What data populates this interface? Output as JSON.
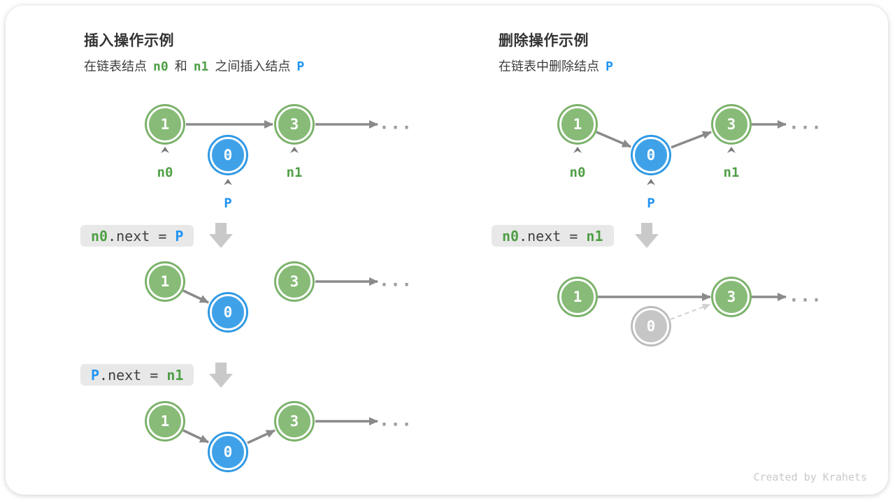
{
  "credit": "Created by Krahets",
  "ellipsis": "...",
  "colors": {
    "node_green": "#87bb77",
    "node_blue": "#3fa2e9",
    "node_gray": "#c6c6c6",
    "token_green": "#4f9f45",
    "token_blue": "#2094f3",
    "arrow_gray": "#8a8a8a",
    "code_bg": "#e8e8e8"
  },
  "insert": {
    "title": "插入操作示例",
    "subtitle": {
      "t1": "在链表结点",
      "n0": "n0",
      "t2": "和",
      "n1": "n1",
      "t3": "之间插入结点",
      "p": "P"
    },
    "code1": {
      "lhs": "n0",
      "mid": ".next = ",
      "rhs": "P"
    },
    "code2": {
      "lhs": "P",
      "mid": ".next = ",
      "rhs": "n1"
    },
    "labels": {
      "n0": "n0",
      "n1": "n1",
      "p": "P"
    },
    "values": {
      "one": "1",
      "three": "3",
      "zero": "0"
    }
  },
  "remove": {
    "title": "删除操作示例",
    "subtitle": {
      "t1": "在链表中删除结点",
      "p": "P"
    },
    "code1": {
      "lhs": "n0",
      "mid": ".next = ",
      "rhs": "n1"
    },
    "labels": {
      "n0": "n0",
      "n1": "n1",
      "p": "P"
    },
    "values": {
      "one": "1",
      "three": "3",
      "zero": "0"
    }
  }
}
